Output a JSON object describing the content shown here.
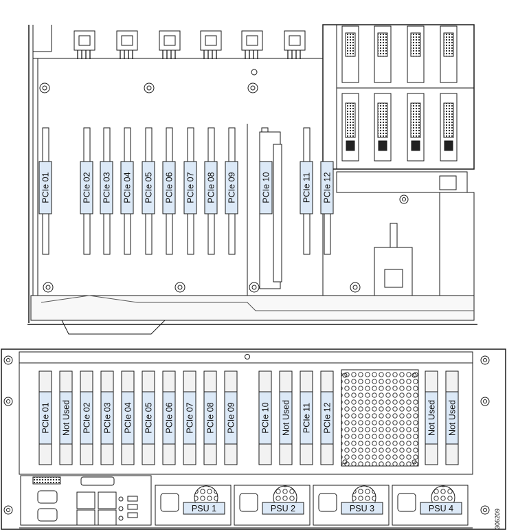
{
  "top_view": {
    "pcie_slots": [
      "PCIe 01",
      "PCIe 02",
      "PCIe 03",
      "PCIe 04",
      "PCIe 05",
      "PCIe 06",
      "PCIe 07",
      "PCIe 08",
      "PCIe 09",
      "PCIe 10",
      "PCIe 11",
      "PCIe 12"
    ]
  },
  "rear_view": {
    "slots": [
      "PCIe 01",
      "Not Used",
      "PCIe 02",
      "PCIe 03",
      "PCIe 04",
      "PCIe 05",
      "PCIe 06",
      "PCIe 07",
      "PCIe 08",
      "PCIe 09",
      "PCIe 10",
      "Not Used",
      "PCIe 11",
      "PCIe 12"
    ],
    "right_slots": [
      "Not Used",
      "Not Used"
    ],
    "psus": [
      "PSU 1",
      "PSU 2",
      "PSU 3",
      "PSU 4"
    ]
  },
  "figure_id": "306209",
  "colors": {
    "label_fill": "#dce9f7",
    "line": "#1a1a1a",
    "panel_fill": "#f2f2f2"
  }
}
